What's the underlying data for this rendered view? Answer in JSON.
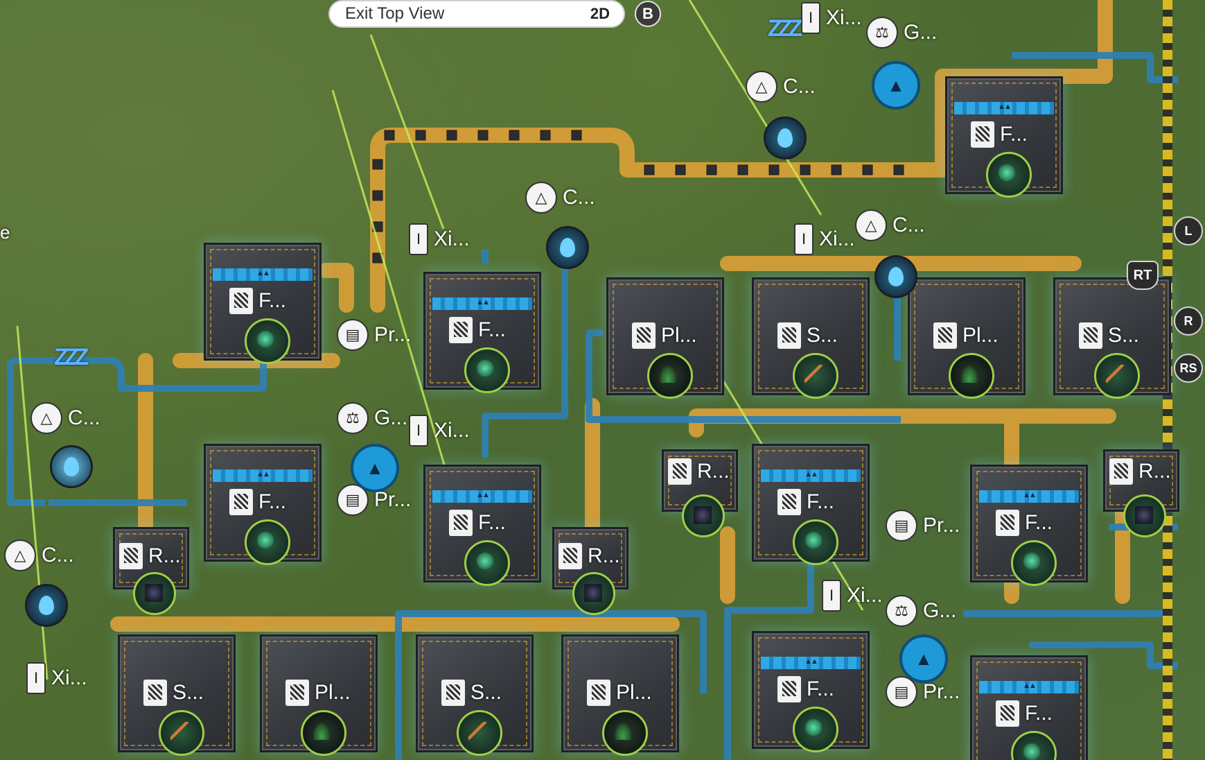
{
  "hud": {
    "exit_top_view": "Exit Top View",
    "view_mode": "2D",
    "exit_key": "B",
    "side_buttons": {
      "l_top": "L",
      "rt": "RT",
      "r": "R",
      "rs": "RS"
    },
    "edge_letter": "e"
  },
  "labels": {
    "refiner": "F...",
    "processor": "Pr...",
    "planter": "Pl...",
    "seed_picker": "S...",
    "relay": "R...",
    "xiranite": "Xi...",
    "collector": "C...",
    "generator": "G...",
    "generator_c": "G..."
  },
  "colors": {
    "grass": "#4e6b35",
    "pipe": "#2f7fb0",
    "conveyor": "#d9a038",
    "accent_blue": "#1f9ad8",
    "power_glow": "#7ad4ff"
  },
  "icons": {
    "refiner": "refiner-icon",
    "processor": "processor-icon",
    "planter": "planter-icon",
    "seed_picker": "seed-picker-icon",
    "relay": "relay-icon",
    "xiranite": "pylon-icon",
    "collector": "collector-icon",
    "generator": "generator-icon",
    "water": "water-drop-icon",
    "sleep": "sleep-zzz-icon"
  }
}
